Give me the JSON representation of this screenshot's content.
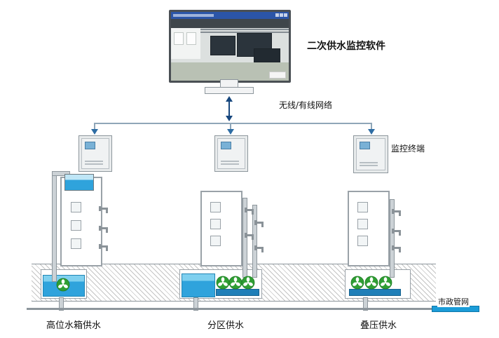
{
  "diagram": {
    "software_label": "二次供水监控软件",
    "network_label": "无线/有线网络",
    "terminal_label": "监控终端",
    "municipal_label": "市政管网",
    "scenarios": [
      {
        "label": "高位水箱供水"
      },
      {
        "label": "分区供水"
      },
      {
        "label": "叠压供水"
      }
    ],
    "colors": {
      "water_blue": "#2fa3dc",
      "impeller_green": "#2f9e33",
      "outline_gray": "#9aa2a8",
      "arrow_blue": "#2e6da4",
      "arrow_dark": "#17477e",
      "titlebar_blue": "#2b55a8",
      "municipal_blue": "#1b9cd8"
    }
  }
}
